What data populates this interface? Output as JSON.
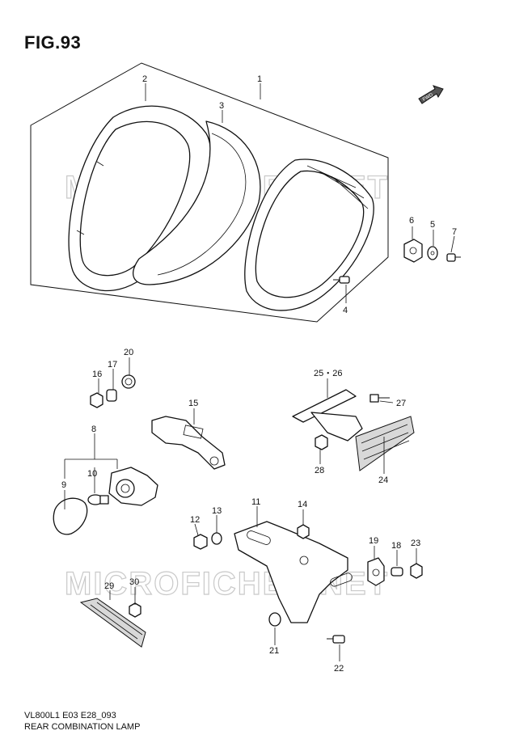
{
  "figure_title": "FIG.93",
  "watermark_text": "MICROFICHES.NET",
  "fwd_label": "FWD",
  "footer": {
    "model_code": "VL800L1 E03 E28_093",
    "section_name": "REAR COMBINATION LAMP"
  },
  "callouts": {
    "c1": "1",
    "c2": "2",
    "c3": "3",
    "c4": "4",
    "c5": "5",
    "c6": "6",
    "c7": "7",
    "c8": "8",
    "c9": "9",
    "c10": "10",
    "c11": "11",
    "c12": "12",
    "c13": "13",
    "c14": "14",
    "c15": "15",
    "c16": "16",
    "c17": "17",
    "c18": "18",
    "c19": "19",
    "c20": "20",
    "c21": "21",
    "c22": "22",
    "c23": "23",
    "c24": "24",
    "c25_26": "25・26",
    "c27": "27",
    "c28": "28",
    "c29": "29",
    "c30": "30"
  }
}
